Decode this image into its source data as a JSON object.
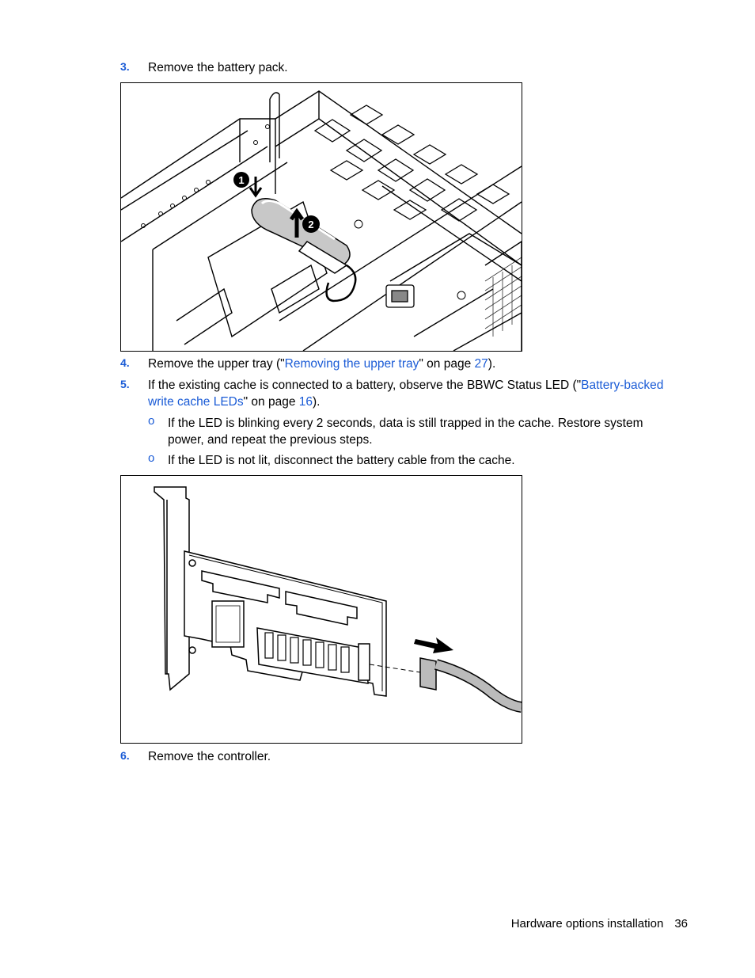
{
  "steps": [
    {
      "num": "3.",
      "text": "Remove the battery pack."
    },
    {
      "num": "4.",
      "pre": "Remove the upper tray (\"",
      "link": "Removing the upper tray",
      "mid": "\" on page ",
      "page_link": "27",
      "post": ")."
    },
    {
      "num": "5.",
      "pre": "If the existing cache is connected to a battery, observe the BBWC Status LED (\"",
      "link": "Battery-backed write cache LEDs",
      "mid": "\" on page ",
      "page_link": "16",
      "post": ")."
    },
    {
      "num": "6.",
      "text": "Remove the controller."
    }
  ],
  "substeps": [
    {
      "bullet": "o",
      "text": "If the LED is blinking every 2 seconds, data is still trapped in the cache. Restore system power, and repeat the previous steps."
    },
    {
      "bullet": "o",
      "text": "If the LED is not lit, disconnect the battery cable from the cache."
    }
  ],
  "figures": {
    "battery_callout_1": "1",
    "battery_callout_2": "2"
  },
  "footer": {
    "section": "Hardware options installation",
    "page": "36"
  }
}
